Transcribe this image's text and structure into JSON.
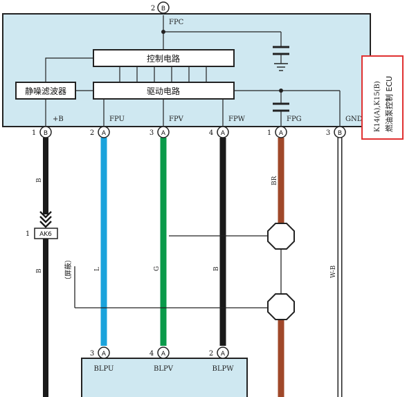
{
  "top_connector": {
    "number": "2",
    "pin": "B",
    "signal": "FPC"
  },
  "ecu": {
    "fill_color": "#cfe8f1",
    "boxes": {
      "control": "控制电路",
      "drive": "驱动电路",
      "noise_filter": "静噪滤波器"
    },
    "name_line1": "K14(A),K15(B)",
    "name_line2": "燃油泵控制 ECU",
    "highlight_color": "#e03030"
  },
  "terminals": [
    {
      "num": "1",
      "pin": "B",
      "signal": "+B",
      "wire": "B"
    },
    {
      "num": "2",
      "pin": "A",
      "signal": "FPU",
      "wire": "L"
    },
    {
      "num": "3",
      "pin": "A",
      "signal": "FPV",
      "wire": "G"
    },
    {
      "num": "4",
      "pin": "A",
      "signal": "FPW",
      "wire": "B"
    },
    {
      "num": "1",
      "pin": "A",
      "signal": "FPG",
      "wire": "BR"
    },
    {
      "num": "3",
      "pin": "B",
      "signal": "GND",
      "wire": "W-B"
    }
  ],
  "inline_connector": {
    "num": "1",
    "name": "AK6"
  },
  "shield_label": "（屏蔽）",
  "bottom_terminals": [
    {
      "num": "3",
      "pin": "A",
      "signal": "BLPU"
    },
    {
      "num": "4",
      "pin": "A",
      "signal": "BLPV"
    },
    {
      "num": "2",
      "pin": "A",
      "signal": "BLPW"
    }
  ],
  "wire_colors": {
    "black": "#1a1a1a",
    "blue": "#1aa3dc",
    "green": "#0a9a4a",
    "brown": "#a0482a",
    "white": "#ffffff"
  }
}
